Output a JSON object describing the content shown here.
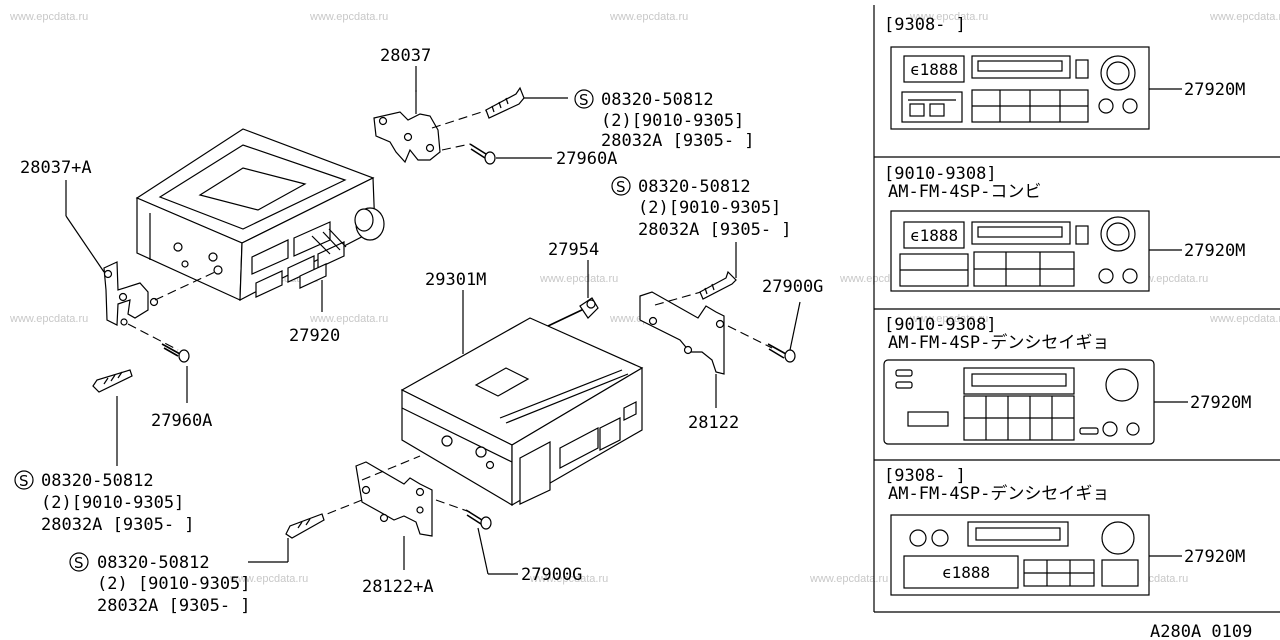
{
  "diagram_id": "A280A 0109",
  "watermark": "www.epcdata.ru",
  "screw_symbol": "S",
  "labels": {
    "bracket_top_part": "28037",
    "bracket_left_part": "28037+A",
    "radio_main_part": "27920",
    "screw_27960a_top": "27960A",
    "screw_27960a_left": "27960A",
    "connector_part": "27954",
    "cd_unit_part": "29301M",
    "screw_27900g_right": "27900G",
    "bracket_right_part": "28122",
    "bracket_right_a_part": "28122+A",
    "screw_27900g_bottom": "27900G"
  },
  "screw_notes": [
    {
      "line1": "08320-50812",
      "line2": "(2)[9010-9305]",
      "line3": "28032A [9305-     ]"
    },
    {
      "line1": "08320-50812",
      "line2": "(2)[9010-9305]",
      "line3": "28032A [9305-     ]"
    },
    {
      "line1": "08320-50812",
      "line2": "(2)[9010-9305]",
      "line3": "28032A [9305-     ]"
    },
    {
      "line1": "08320-50812",
      "line2": "(2) [9010-9305]",
      "line3": "28032A [9305-     ]"
    }
  ],
  "variants": [
    {
      "period": "[9308-      ]",
      "spec": "",
      "part": "27920M"
    },
    {
      "period": "[9010-9308]",
      "spec": "AM-FM-4SP-コンビ",
      "part": "27920M"
    },
    {
      "period": "[9010-9308]",
      "spec": "AM-FM-4SP-デンシセイギョ",
      "part": "27920M"
    },
    {
      "period": "[9308-      ]",
      "spec": "AM-FM-4SP-デンシセイギョ",
      "part": "27920M"
    }
  ],
  "display_readout": "ϵ1888"
}
